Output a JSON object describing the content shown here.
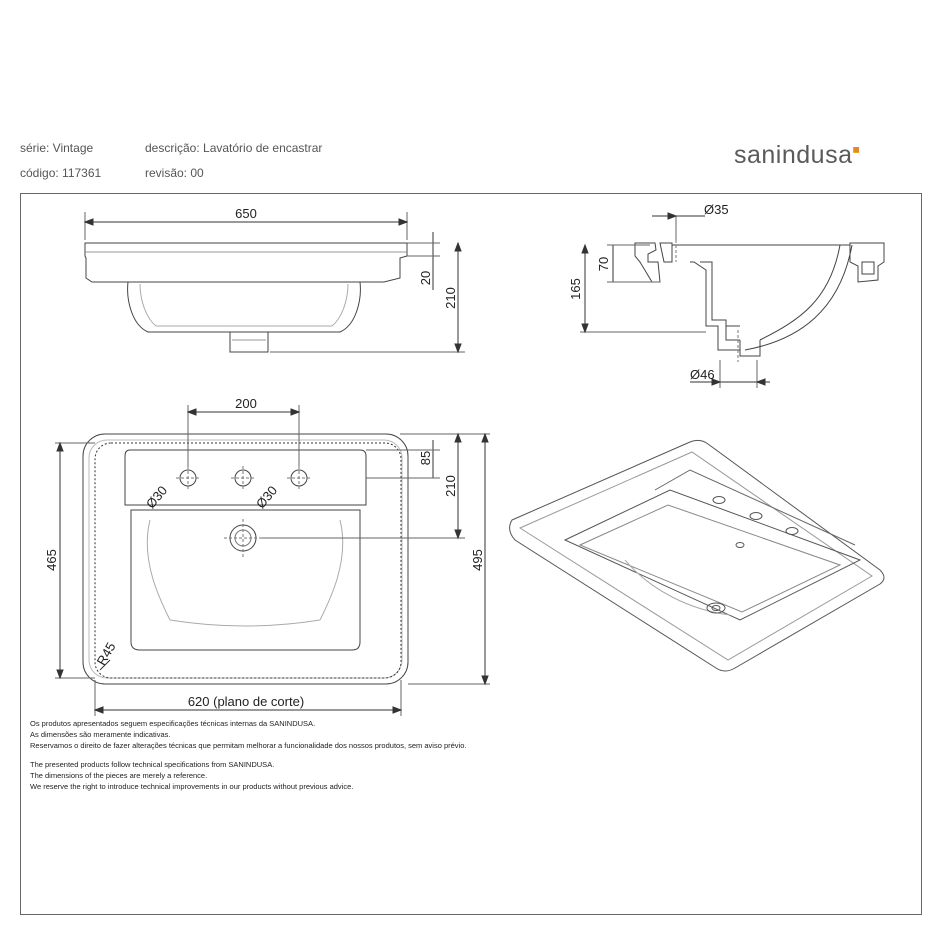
{
  "header": {
    "serie_label": "série: Vintage",
    "codigo_label": "código: 117361",
    "descricao_label": "descrição: Lavatório de encastrar",
    "revisao_label": "revisão: 00"
  },
  "brand": {
    "logo_text": "sanindusa",
    "accent_color": "#e58a1f"
  },
  "dimensions": {
    "front_width": "650",
    "front_rim": "20",
    "front_height": "210",
    "side_drain_dia": "Ø35",
    "side_overflow": "70",
    "side_depth": "165",
    "side_waste_dia": "Ø46",
    "top_tap_spacing": "200",
    "top_deck": "85",
    "top_bowl": "210",
    "top_width_total": "495",
    "top_depth": "465",
    "tap_hole_left": "Ø30",
    "tap_hole_right": "Ø30",
    "corner_radius": "R45",
    "cut_width": "620 (plano de corte)"
  },
  "notes_pt": [
    "Os produtos apresentados seguem especificações técnicas internas da SANINDUSA.",
    "As dimensões são meramente indicativas.",
    "Reservamos o direito de fazer alterações técnicas que permitam melhorar a funcionalidade dos nossos produtos, sem aviso prévio."
  ],
  "notes_en": [
    "The presented products follow technical specifications from SANINDUSA.",
    "The dimensions of the pieces are merely a reference.",
    "We reserve the right to introduce technical improvements in our products without previous advice."
  ]
}
